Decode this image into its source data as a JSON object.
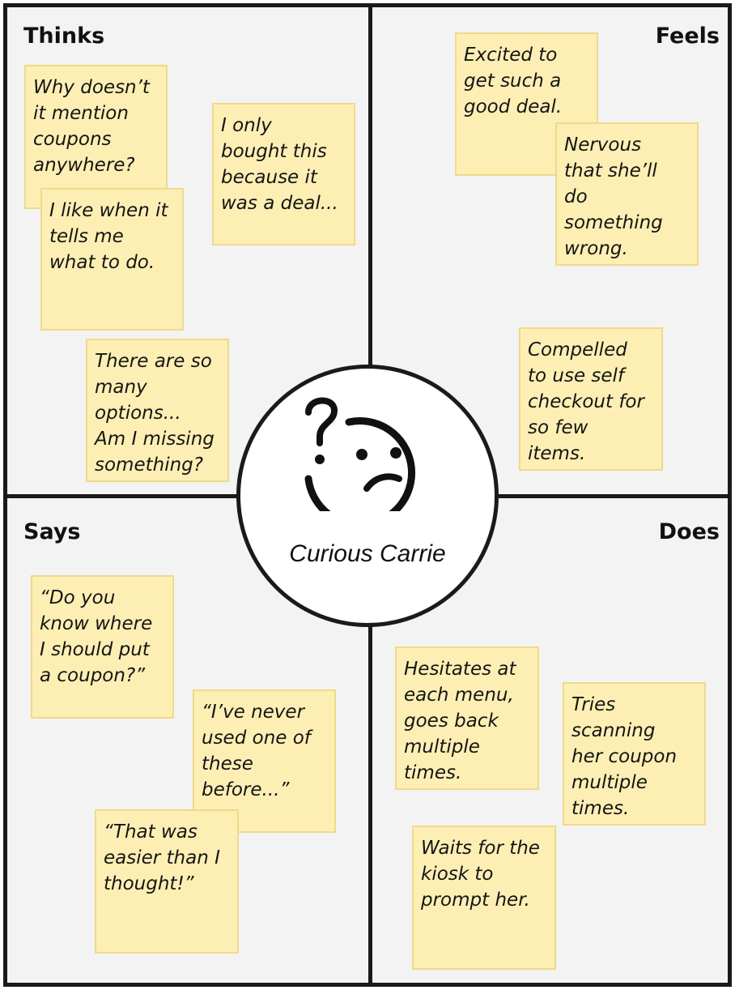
{
  "quadrants": {
    "thinks": {
      "label": "Thinks",
      "notes": [
        [
          "Why doesn’t",
          "it mention",
          "coupons",
          "anywhere?"
        ],
        [
          "I like when it",
          "tells me",
          "what to do."
        ],
        [
          "I only",
          "bought this",
          "because it",
          "was a deal..."
        ],
        [
          "There are so",
          "many",
          "options...",
          "Am I missing",
          "something?"
        ]
      ]
    },
    "feels": {
      "label": "Feels",
      "notes": [
        [
          "Excited to",
          "get such a",
          "good deal."
        ],
        [
          "Nervous",
          "that she’ll",
          "do",
          "something",
          "wrong."
        ],
        [
          "Compelled",
          "to use self",
          "checkout for",
          "so few",
          "items."
        ]
      ]
    },
    "says": {
      "label": "Says",
      "notes": [
        [
          "“Do you",
          "know where",
          "I should put",
          "a coupon?”"
        ],
        [
          "“I’ve never",
          "used one of",
          "these",
          "before...”"
        ],
        [
          "“That was",
          "easier than I",
          "thought!”"
        ]
      ]
    },
    "does": {
      "label": "Does",
      "notes": [
        [
          "Hesitates at",
          "each menu,",
          "goes back",
          "multiple",
          "times."
        ],
        [
          "Tries",
          "scanning",
          "her coupon",
          "multiple",
          "times."
        ],
        [
          "Waits for the",
          "kiosk to",
          "prompt her."
        ]
      ]
    }
  },
  "persona": {
    "name": "Curious Carrie",
    "icon": "confused-face-icon"
  },
  "colors": {
    "note_fill": "#fdefb4",
    "note_border": "#f0d98a",
    "board_bg": "#f3f3f3",
    "line": "#1a1a1a"
  }
}
